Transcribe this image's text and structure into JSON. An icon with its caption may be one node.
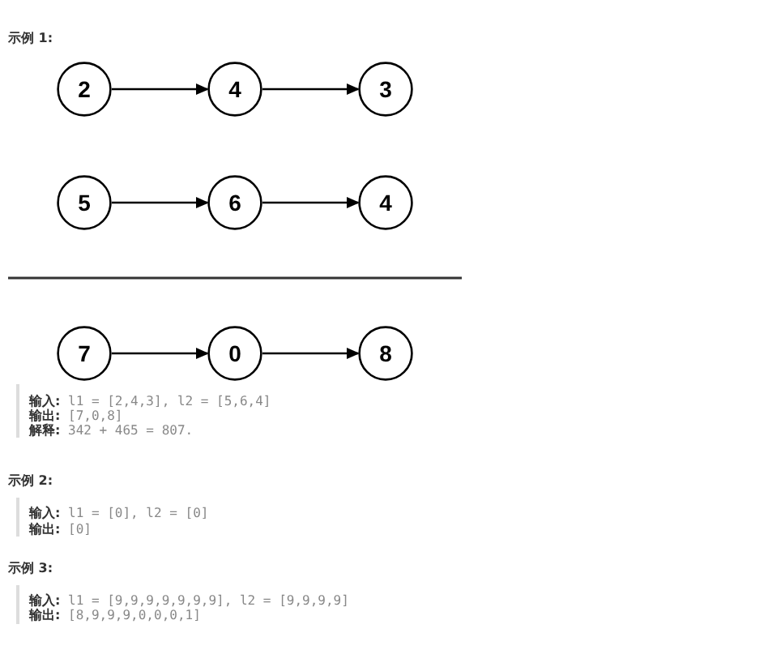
{
  "diagram": {
    "nodes": [
      {
        "text": [
          "2"
        ]
      },
      {
        "text": [
          "4"
        ]
      },
      {
        "text": [
          "3"
        ]
      },
      {
        "text": [
          "5"
        ]
      },
      {
        "text": [
          "6"
        ]
      },
      {
        "text": [
          "4"
        ]
      },
      {
        "text": [
          "7"
        ]
      },
      {
        "text": [
          "0"
        ]
      },
      {
        "text": [
          "8"
        ]
      }
    ],
    "edges": [
      {
        "from": 0,
        "to": 1,
        "arrow": "to"
      },
      {
        "from": 1,
        "to": 2,
        "arrow": "to"
      },
      {
        "from": 3,
        "to": 4,
        "arrow": "to"
      },
      {
        "from": 4,
        "to": 5,
        "arrow": "to"
      },
      {
        "from": 6,
        "to": 7,
        "arrow": "to"
      },
      {
        "from": 7,
        "to": 8,
        "arrow": "to"
      }
    ],
    "labels": [
      "示例 1:",
      "**输入:** l1 = [2,4,3], l2 = [5,6,4]",
      "**输出:** [7,0,8]",
      "**解释:** 342 + 465 = 807.",
      "示例 2:",
      "**输入:** l1 = [0], l2 = [0]",
      "**输出:** [0]",
      "示例 3:",
      "**输入:** l1 = [9,9,9,9,9,9,9], l2 = [9,9,9,9]",
      "**输出:** [8,9,9,9,0,0,0,1]"
    ]
  }
}
